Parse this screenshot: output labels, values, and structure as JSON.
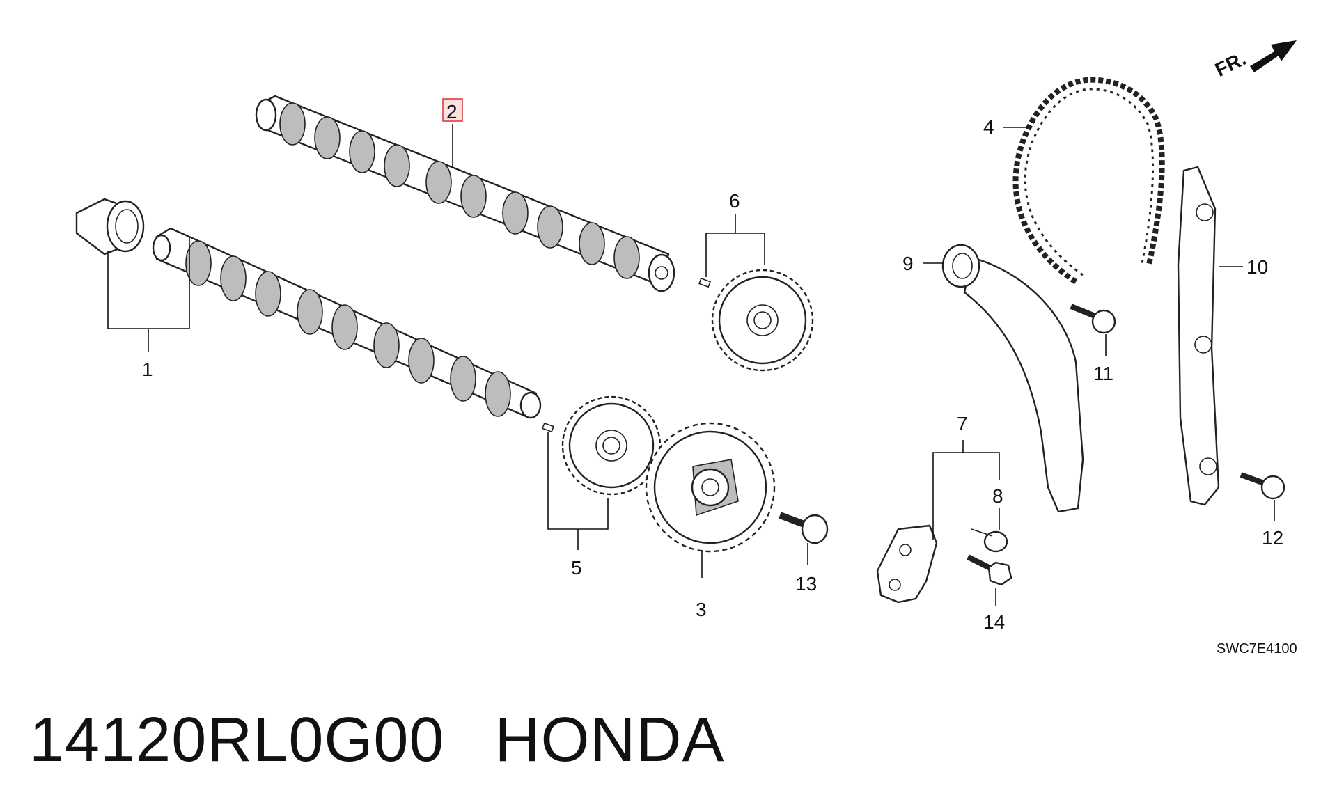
{
  "part_number": "14120RL0G00",
  "brand": "HONDA",
  "diagram_code": "SWC7E4100",
  "orientation_label": "FR.",
  "highlighted_callout": "2",
  "callouts": [
    {
      "id": "1",
      "label": "1",
      "part": "camshaft"
    },
    {
      "id": "2",
      "label": "2",
      "part": "camshaft"
    },
    {
      "id": "3",
      "label": "3",
      "part": "sprocket"
    },
    {
      "id": "4",
      "label": "4",
      "part": "chain"
    },
    {
      "id": "5",
      "label": "5",
      "part": "gear"
    },
    {
      "id": "6",
      "label": "6",
      "part": "gear"
    },
    {
      "id": "7",
      "label": "7",
      "part": "tensioner"
    },
    {
      "id": "8",
      "label": "8",
      "part": "clip"
    },
    {
      "id": "9",
      "label": "9",
      "part": "tensioner-arm"
    },
    {
      "id": "10",
      "label": "10",
      "part": "chain-guide"
    },
    {
      "id": "11",
      "label": "11",
      "part": "bolt"
    },
    {
      "id": "12",
      "label": "12",
      "part": "bolt"
    },
    {
      "id": "13",
      "label": "13",
      "part": "bolt"
    },
    {
      "id": "14",
      "label": "14",
      "part": "bolt"
    }
  ],
  "colors": {
    "line": "#222222",
    "highlight": "#e03030",
    "highlight_fill": "#fbe3e3"
  }
}
